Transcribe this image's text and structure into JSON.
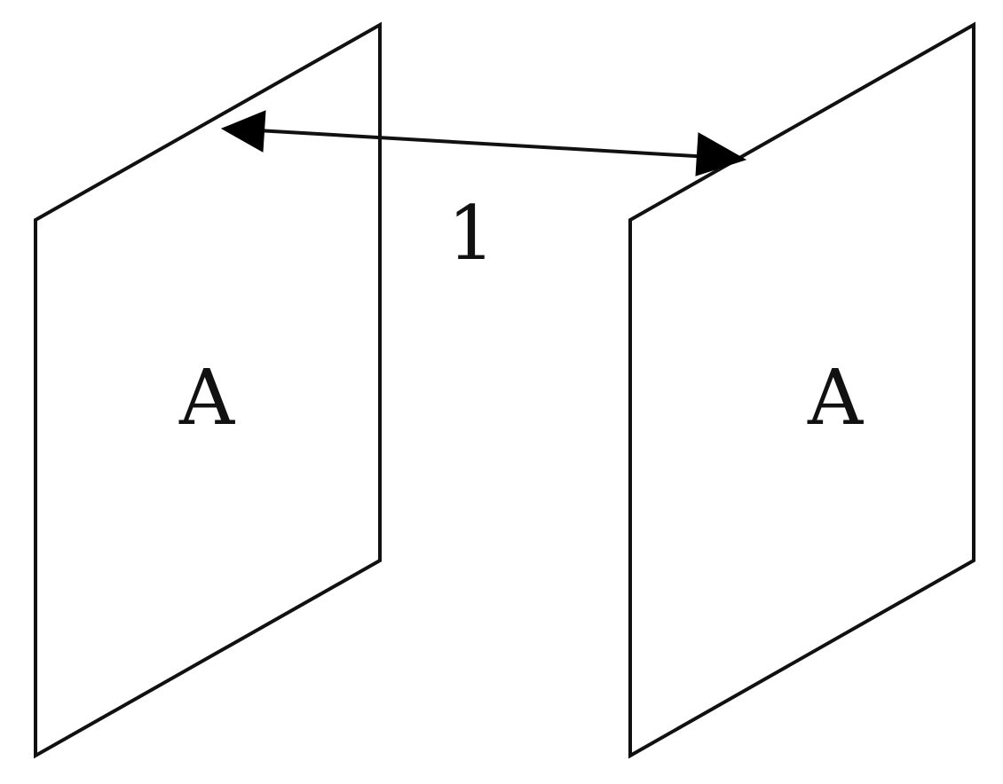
{
  "diagram": {
    "plate_left_label": "A",
    "plate_right_label": "A",
    "separation_label": "1",
    "colors": {
      "stroke": "#111111",
      "background": "#ffffff"
    }
  }
}
